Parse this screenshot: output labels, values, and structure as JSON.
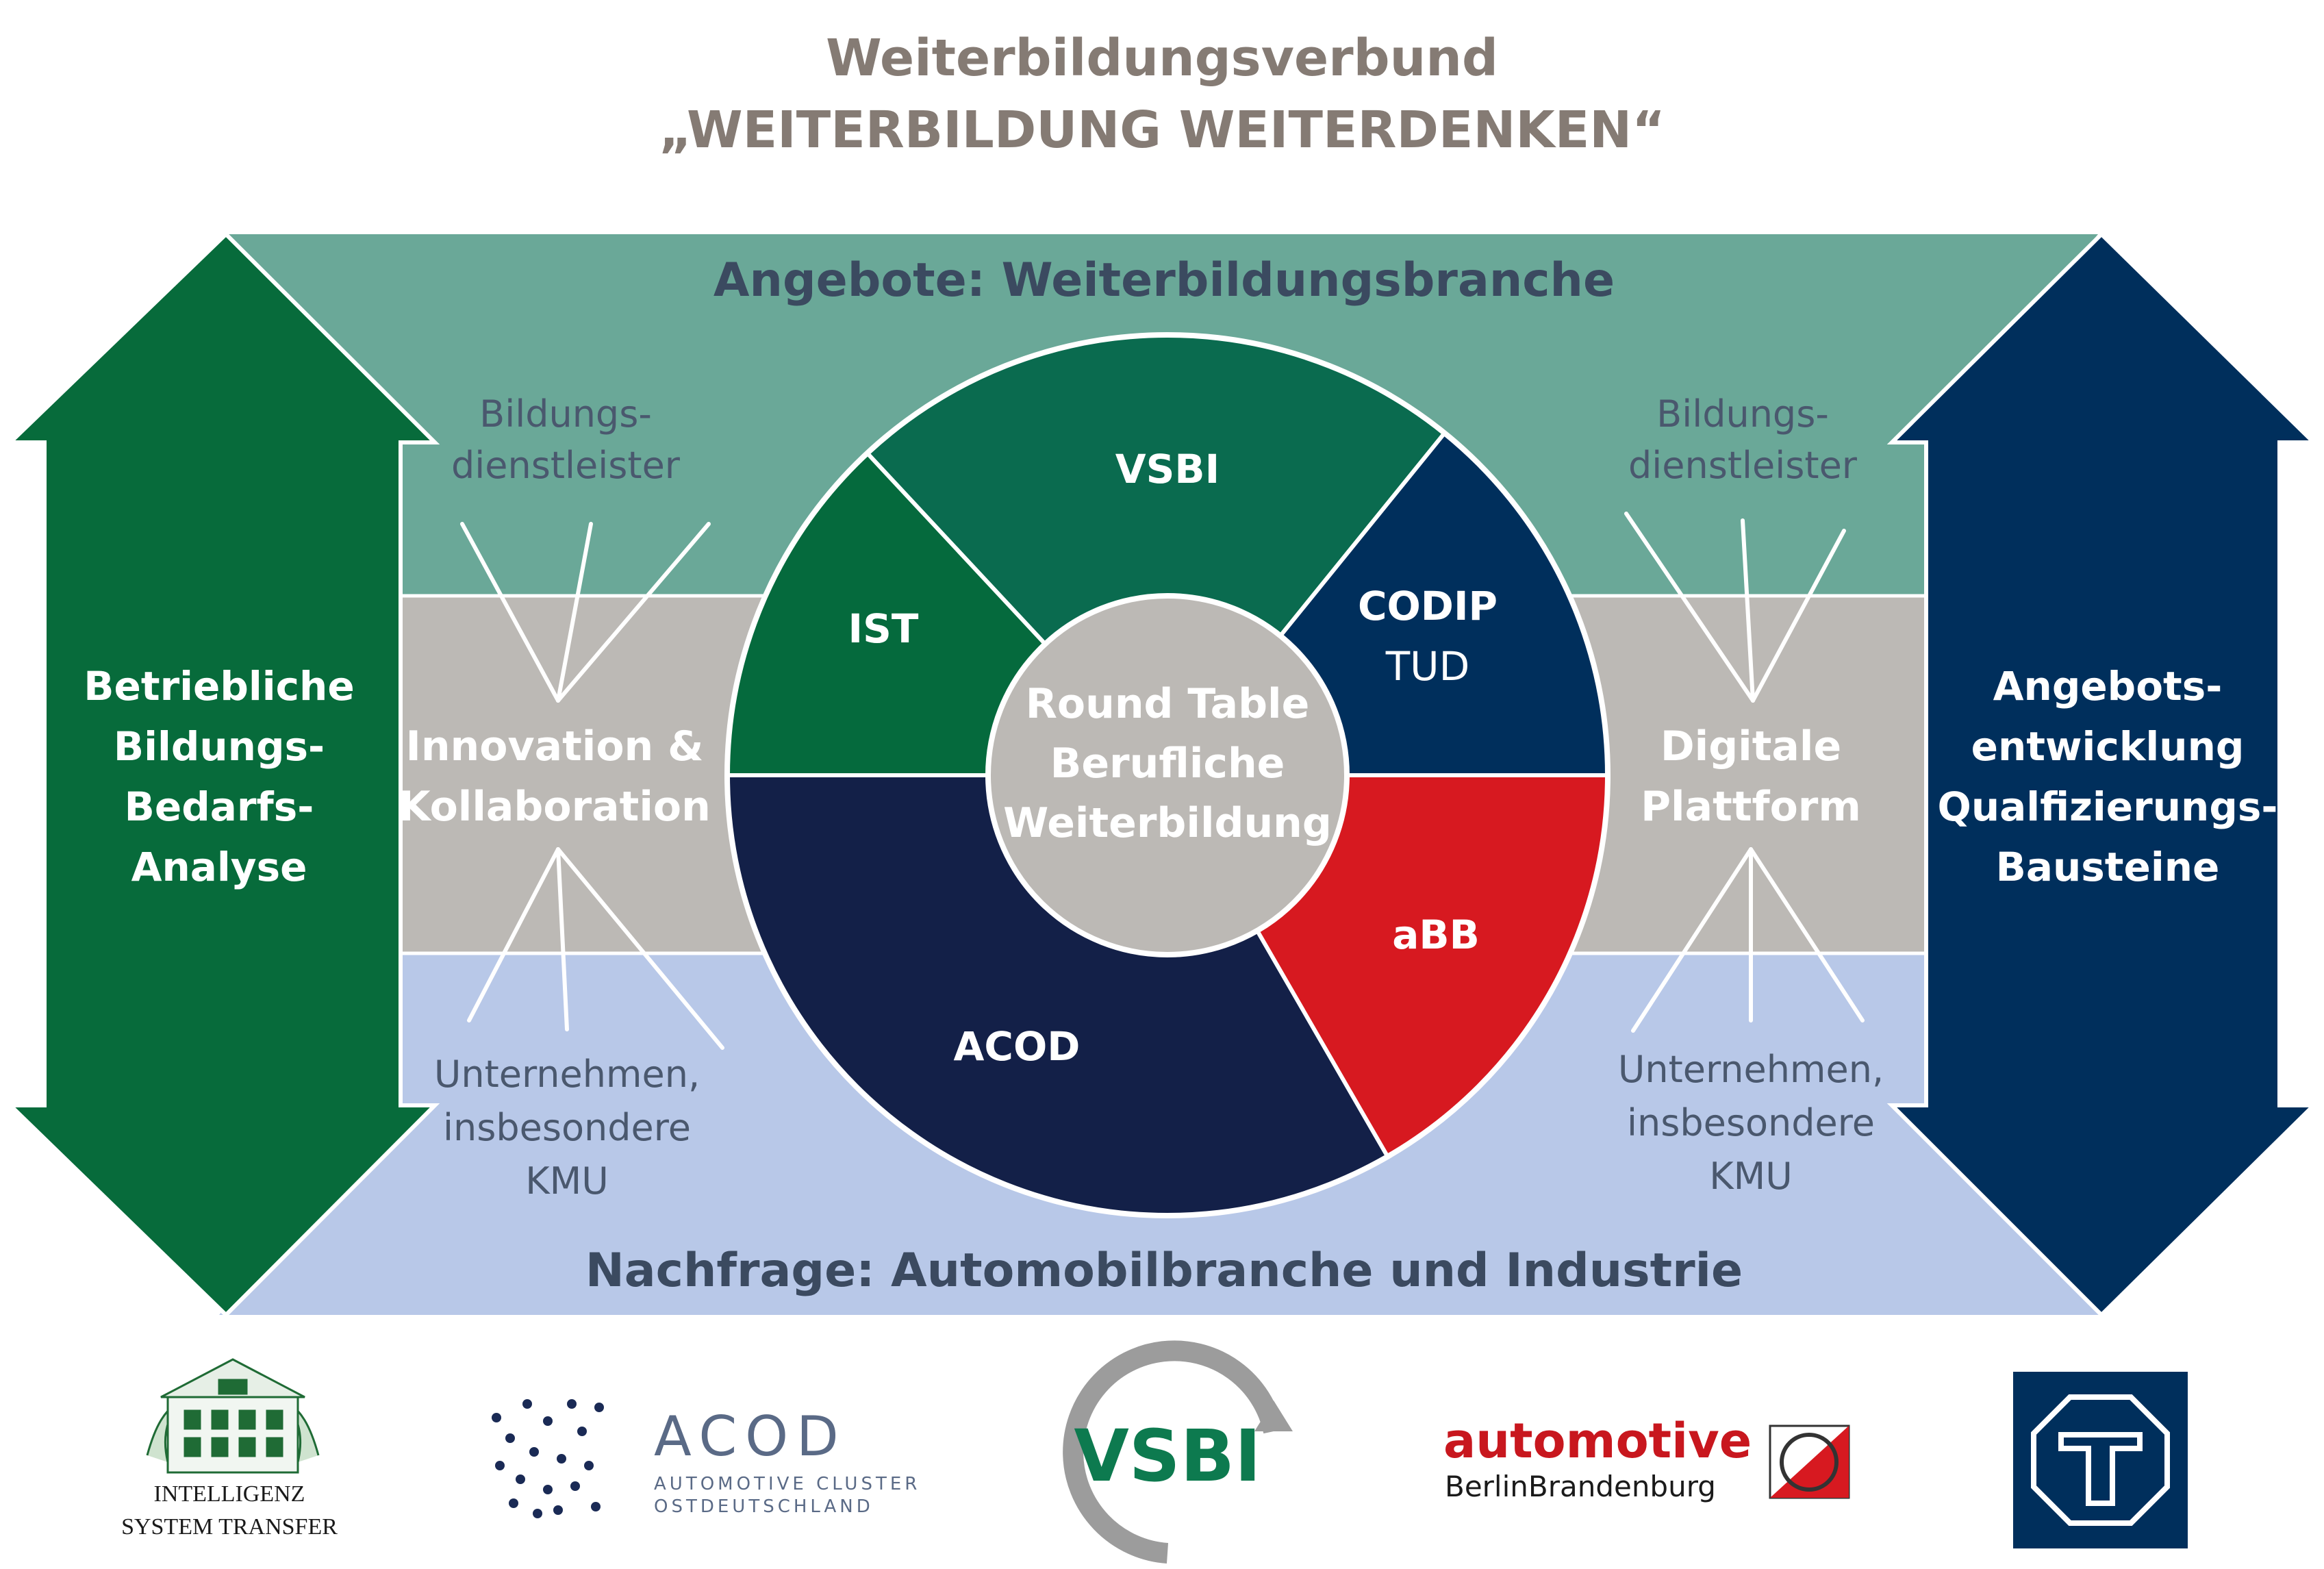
{
  "title": {
    "line1": "Weiterbildungsverbund",
    "line2": "„WEITERBILDUNG WEITERDENKEN“"
  },
  "bands": {
    "top_label": "Angebote: Weiterbildungsbranche",
    "bottom_label": "Nachfrage: Automobilbranche und Industrie"
  },
  "left_arrow": {
    "lines": [
      "Betriebliche",
      "Bildungs-",
      "Bedarfs-",
      "Analyse"
    ]
  },
  "right_arrow": {
    "lines": [
      "Angebots-",
      "entwicklung",
      "Qualfizierungs-",
      "Bausteine"
    ]
  },
  "left_panel": {
    "top_lines": [
      "Bildungs-",
      "dienstleister"
    ],
    "middle_lines": [
      "Innovation &",
      "Kollaboration"
    ],
    "bottom_lines": [
      "Unternehmen,",
      "insbesondere",
      "KMU"
    ]
  },
  "right_panel": {
    "top_lines": [
      "Bildungs-",
      "dienstleister"
    ],
    "middle_lines": [
      "Digitale",
      "Plattform"
    ],
    "bottom_lines": [
      "Unternehmen,",
      "insbesondere",
      "KMU"
    ]
  },
  "wheel": {
    "center_lines": [
      "Round Table",
      "Berufliche",
      "Weiterbildung"
    ],
    "segments": [
      {
        "label": "VSBI",
        "color": "#0a6b4f"
      },
      {
        "label": "CODIP",
        "sublabel": "TUD",
        "color": "#002f5c"
      },
      {
        "label": "aBB",
        "color": "#d71920"
      },
      {
        "label": "ACOD",
        "color": "#132048"
      },
      {
        "label": "IST",
        "color": "#056a3d"
      }
    ]
  },
  "colors": {
    "title": "#857b74",
    "band_label": "#3b4a60",
    "top_band": "#6aa898",
    "middle_band": "#bcb9b5",
    "bottom_band": "#b8c8e8",
    "left_arrow": "#076b3b",
    "right_arrow": "#002f5c",
    "center": "#bcb9b5"
  },
  "logos": {
    "ist": {
      "lines": [
        "INTELLIGENZ",
        "SYSTEM TRANSFER"
      ]
    },
    "acod": {
      "name": "ACOD",
      "lines": [
        "AUTOMOTIVE CLUSTER",
        "OSTDEUTSCHLAND"
      ]
    },
    "vsbi": {
      "name": "VSBI"
    },
    "abb": {
      "name": "automotive",
      "sub": "BerlinBrandenburg"
    },
    "tud": {
      "name": "tud-seal-icon"
    }
  }
}
